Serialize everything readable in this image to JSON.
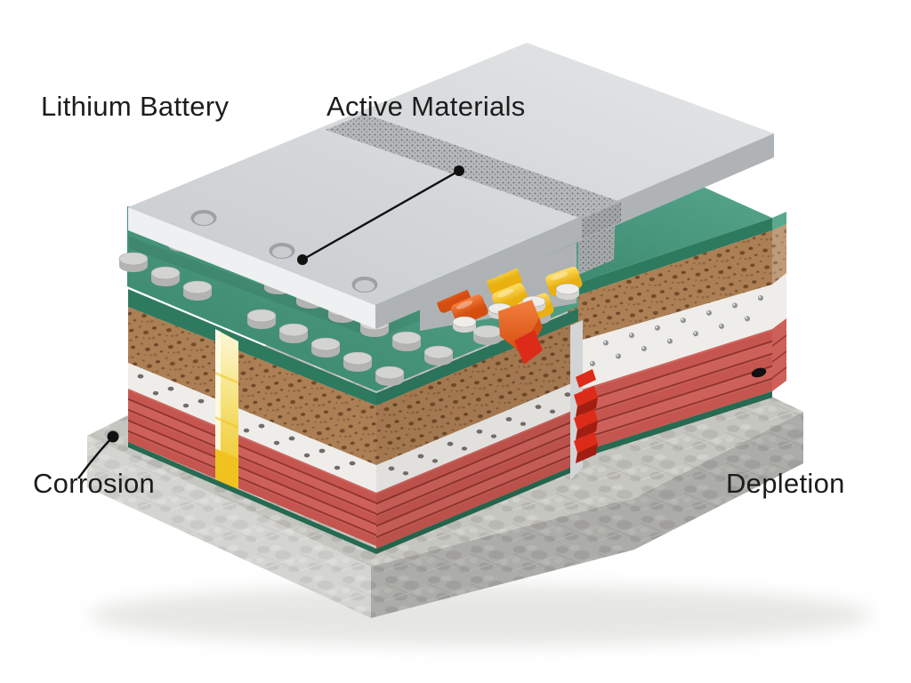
{
  "scene": {
    "title": "Lithium battery cutaway illustration"
  },
  "labels": {
    "lithium_battery": "Lithium Battery",
    "active_materials": "Active Materials",
    "corrosion": "Corrosion",
    "depletion": "Depletion"
  },
  "colors": {
    "background": "#ffffff",
    "text": "#1c1c1c",
    "annotation": "#111111",
    "lid_top_light": "#e4e6e7",
    "lid_top_dark": "#c8cbce",
    "lid_left": "#eef0f1",
    "lid_right": "#afb3b6",
    "lid_hole_outer": "#9ea1a4",
    "lid_hole_inner": "#c9ccce",
    "band_bg": "#b5b8ba",
    "band_dot1": "#5f6264",
    "band_dot2": "#7c7f81",
    "green_light": "#58a88d",
    "green_dark": "#37836a",
    "green_edge": "#2e7a5f",
    "green_deep": "#266a52",
    "sponge": "#ac7f55",
    "sponge_dark": "#6d4626",
    "sponge_mid": "#8a5f39",
    "white_layer": "#efede9",
    "white_edge": "#cac7c2",
    "hole": "#6f6c68",
    "rivet": "#8f9294",
    "red_a": "#c5564f",
    "red_b": "#cd615a",
    "red_groove": "#8c2d27",
    "red_highlight": "#d87a72",
    "red_bright": "#dd2b1a",
    "red_deep": "#a31d10",
    "stud_top": "#d3d3d1",
    "stud_side": "#b3b4b2",
    "stud_edge": "#a6a7a5",
    "shelf": "#b9bcbe",
    "shelf_stud": "#efede9",
    "brick_yellow_l": "#ffe066",
    "brick_yellow_d": "#e9b00f",
    "brick_orange_l": "#f3803f",
    "brick_orange_d": "#d54e10",
    "col_light": "#fdf8da",
    "col_mid": "#f6e27a",
    "col_gold": "#efc21f",
    "col_edge": "#fffbe8",
    "concrete": "#c6c6c1",
    "concrete_mottle": "#a5a19c",
    "concrete_light": "#d9d9d5",
    "ground_shadow": "#cfcfcb"
  }
}
